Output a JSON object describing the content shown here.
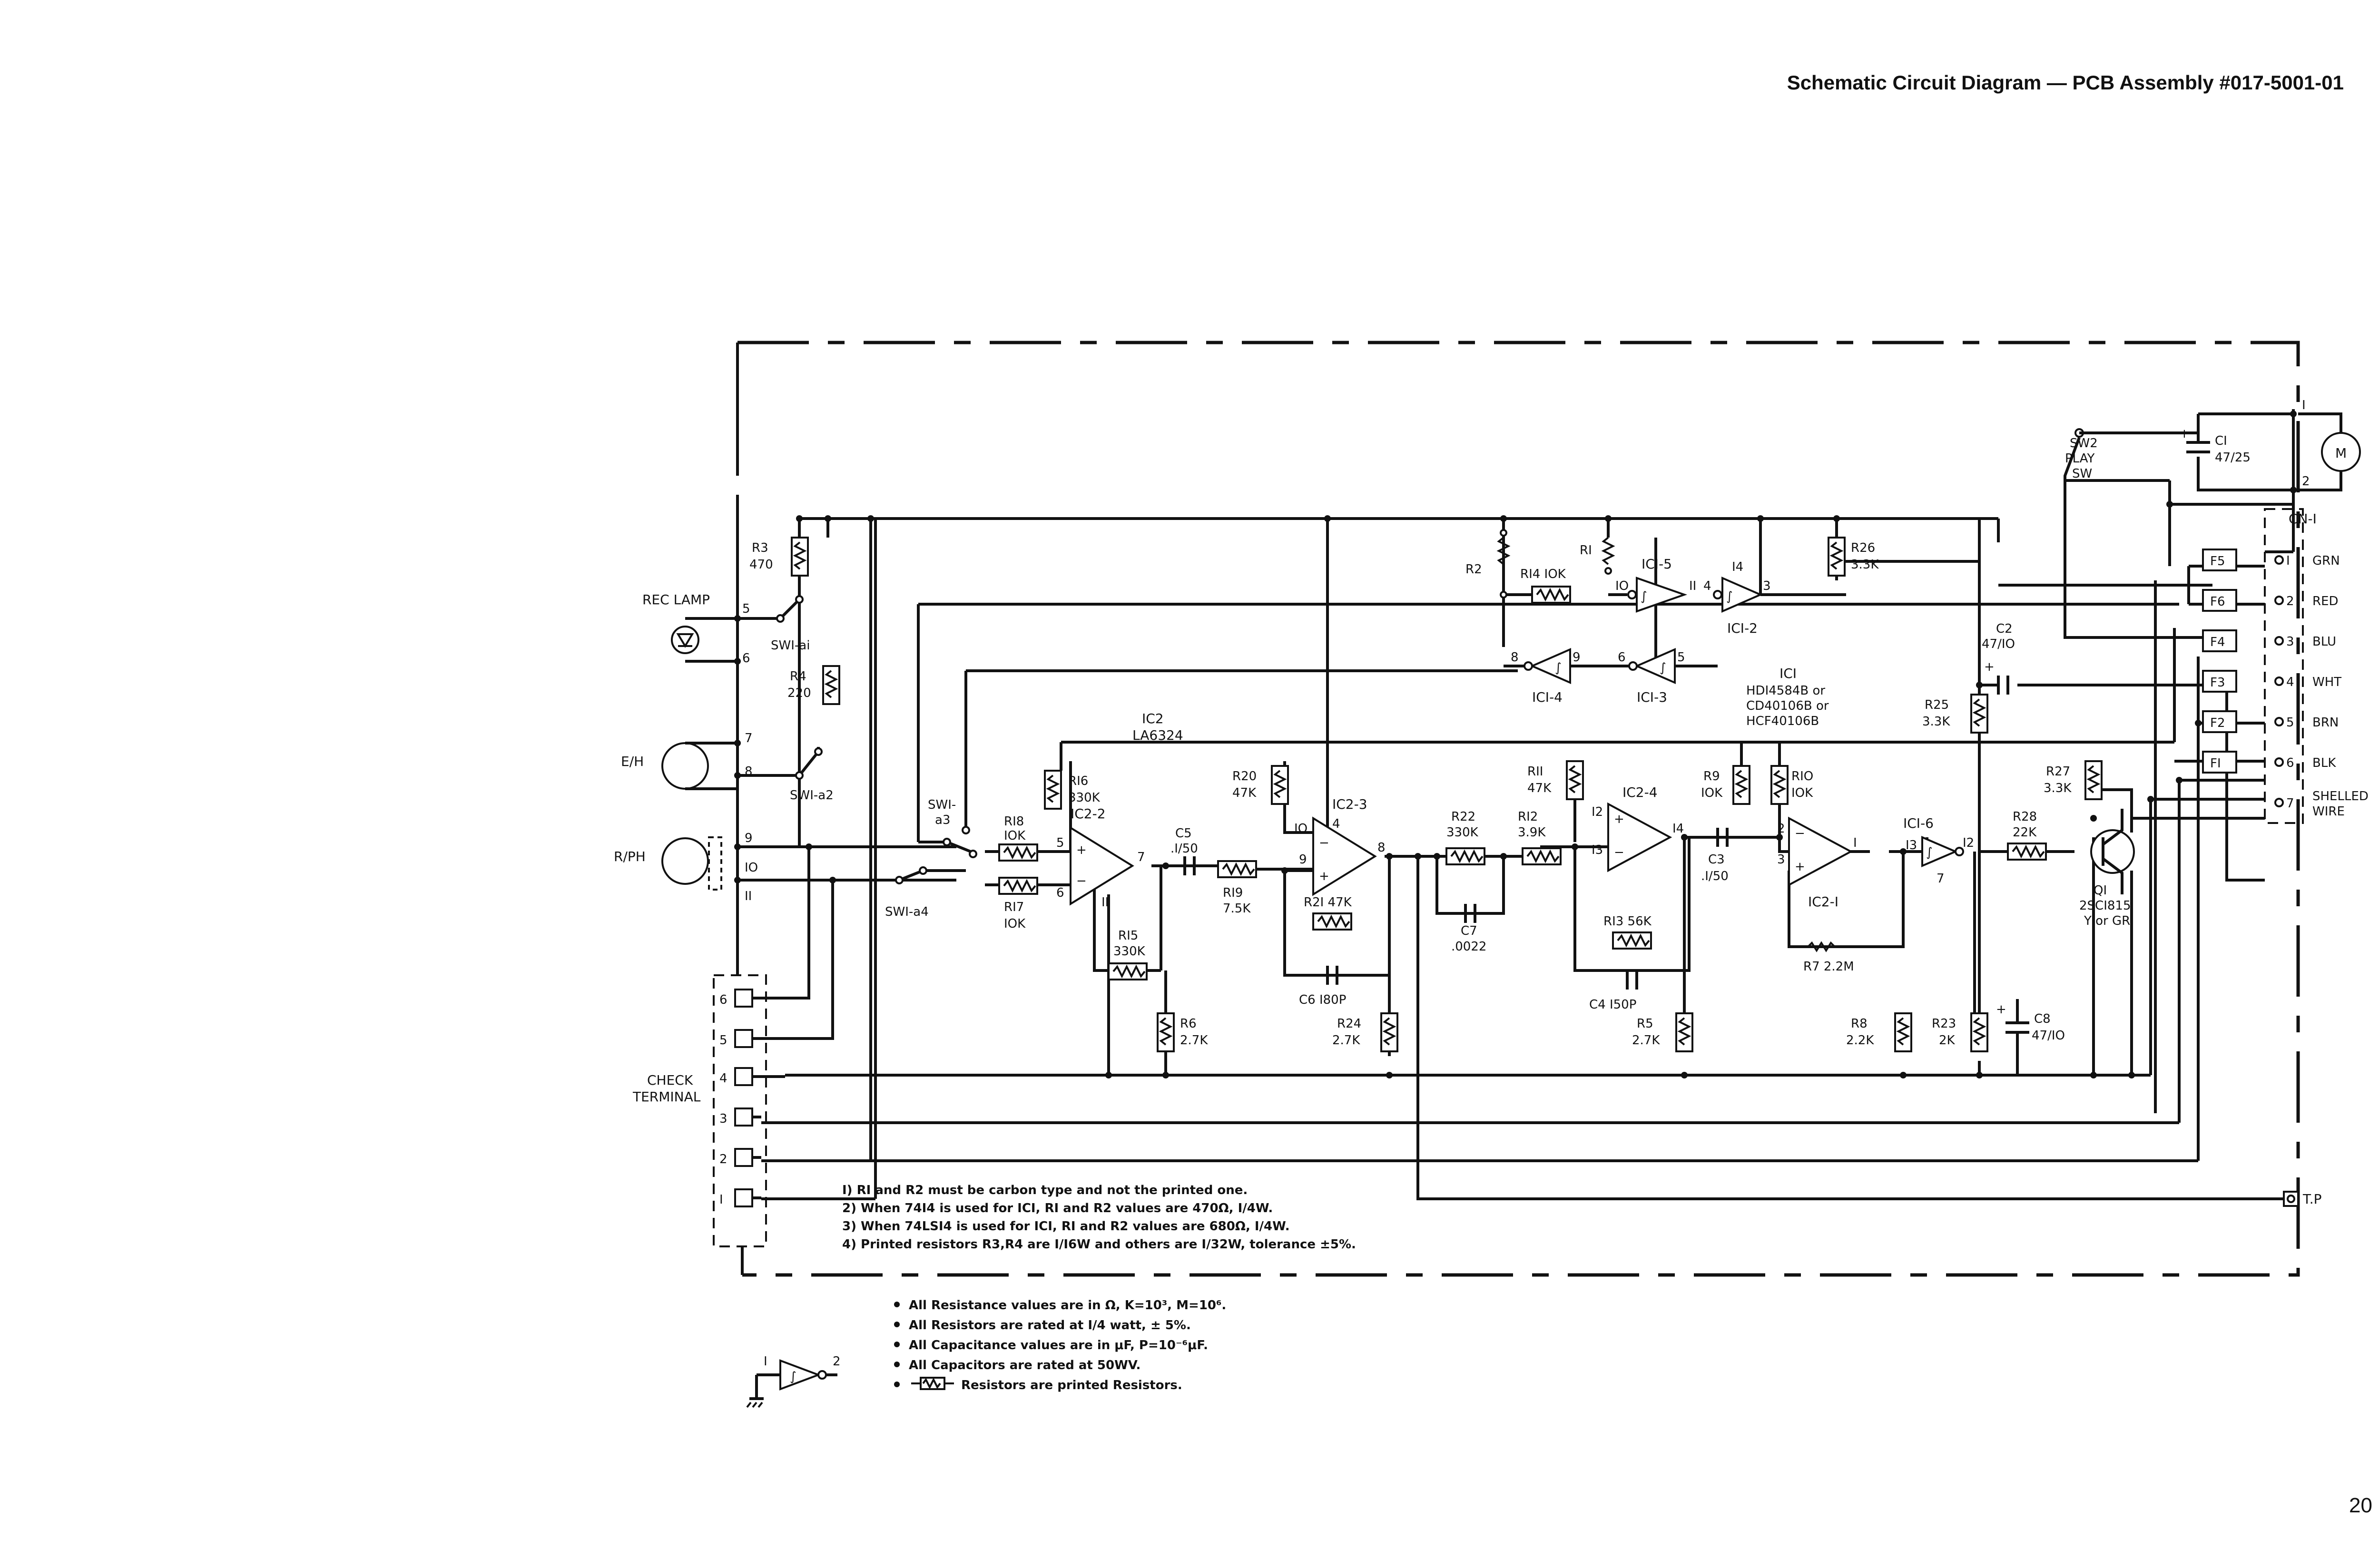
{
  "header": {
    "title": "Schematic Circuit Diagram — PCB Assembly #017-5001-01"
  },
  "page_number": "20",
  "labels": {
    "rec_lamp": "REC LAMP",
    "eh": "E/H",
    "rph": "R/PH",
    "check_terminal_1": "CHECK",
    "check_terminal_2": "TERMINAL",
    "motor": "M",
    "cn1": "CN-I",
    "tp": "T.P",
    "sw2_1": "SW2",
    "sw2_2": "PLAY",
    "sw2_3": "SW",
    "ic2_title": "IC2",
    "ic2_part": "LA6324",
    "ic1_title": "ICI",
    "ic1_p1": "HDI4584B or",
    "ic1_p2": "CD40106B or",
    "ic1_p3": "HCF40106B",
    "q1_1": "QI",
    "q1_2": "2SCI815",
    "q1_3": "Y or GR"
  },
  "parts": {
    "r3": [
      "R3",
      "470"
    ],
    "r4": [
      "R4",
      "220"
    ],
    "r2": "R2",
    "r1": "RI",
    "r14": "RI4  IOK",
    "r26": [
      "R26",
      "3.3K"
    ],
    "r16": [
      "RI6",
      "330K"
    ],
    "r18": [
      "RI8",
      "IOK"
    ],
    "r17": [
      "RI7",
      "IOK"
    ],
    "r15": [
      "RI5",
      "330K"
    ],
    "r6": [
      "R6",
      "2.7K"
    ],
    "c5": [
      "C5",
      ".I/50"
    ],
    "r19": [
      "RI9",
      "7.5K"
    ],
    "r20": [
      "R20",
      "47K"
    ],
    "r21": "R2I 47K",
    "c6": "C6  I80P",
    "r24": [
      "R24",
      "2.7K"
    ],
    "r22": [
      "R22",
      "330K"
    ],
    "c7": [
      "C7",
      ".0022"
    ],
    "r12": [
      "RI2",
      "3.9K"
    ],
    "r11": [
      "RII",
      "47K"
    ],
    "r13": "RI3  56K",
    "c4": "C4  I50P",
    "r5": [
      "R5",
      "2.7K"
    ],
    "c3": [
      "C3",
      ".I/50"
    ],
    "r9": [
      "R9",
      "IOK"
    ],
    "r10": [
      "RIO",
      "IOK"
    ],
    "r7": "R7 2.2M",
    "r8": [
      "R8",
      "2.2K"
    ],
    "r25": [
      "R25",
      "3.3K"
    ],
    "c2": [
      "C2",
      "47/IO"
    ],
    "r23": [
      "R23",
      "2K"
    ],
    "c8": [
      "C8",
      "47/IO"
    ],
    "r27": [
      "R27",
      "3.3K"
    ],
    "r28": [
      "R28",
      "22K"
    ],
    "c1": [
      "CI",
      "47/25"
    ]
  },
  "ic_units": {
    "ic1_5": "ICI-5",
    "ic1_2": "ICI-2",
    "ic1_4": "ICI-4",
    "ic1_3": "ICI-3",
    "ic1_6": "ICI-6",
    "ic2_2": "IC2-2",
    "ic2_3": "IC2-3",
    "ic2_4": "IC2-4",
    "ic2_1": "IC2-I"
  },
  "switches": {
    "sw1_a1": "SWI-ai",
    "sw1_a2": "SWI-a2",
    "sw1_a3_1": "SWI-",
    "sw1_a3_2": "a3",
    "sw1_a4": "SWI-a4"
  },
  "connector": {
    "pins": [
      {
        "num": "I",
        "color": "GRN",
        "fuse": "F5"
      },
      {
        "num": "2",
        "color": "RED",
        "fuse": "F6"
      },
      {
        "num": "3",
        "color": "BLU",
        "fuse": "F4"
      },
      {
        "num": "4",
        "color": "WHT",
        "fuse": "F3"
      },
      {
        "num": "5",
        "color": "BRN",
        "fuse": "F2"
      },
      {
        "num": "6",
        "color": "BLK",
        "fuse": "FI"
      },
      {
        "num": "7",
        "color": "SHELLED",
        "fuse": ""
      }
    ],
    "pin7_extra": "WIRE"
  },
  "check_terminal_pins": [
    "6",
    "5",
    "4",
    "3",
    "2",
    "I"
  ],
  "notes": [
    "I) RI and R2 must be carbon type and not the printed one.",
    "2) When 74I4 is used for ICI, RI and R2 values are 470Ω, I/4W.",
    "3) When 74LSI4 is used for ICI, RI and R2 values are 680Ω, I/4W.",
    "4) Printed resistors R3,R4 are I/I6W and others are I/32W, tolerance ±5%."
  ],
  "legend": [
    "All Resistance values are in Ω, K=10³, M=10⁶.",
    "All Resistors are rated at I/4 watt, ± 5%.",
    "All Capacitance values are in μF, P=10⁻⁶μF.",
    "All Capacitors are rated at 50WV.",
    "Resistors are printed Resistors."
  ],
  "legend_pins": [
    "I",
    "2"
  ]
}
